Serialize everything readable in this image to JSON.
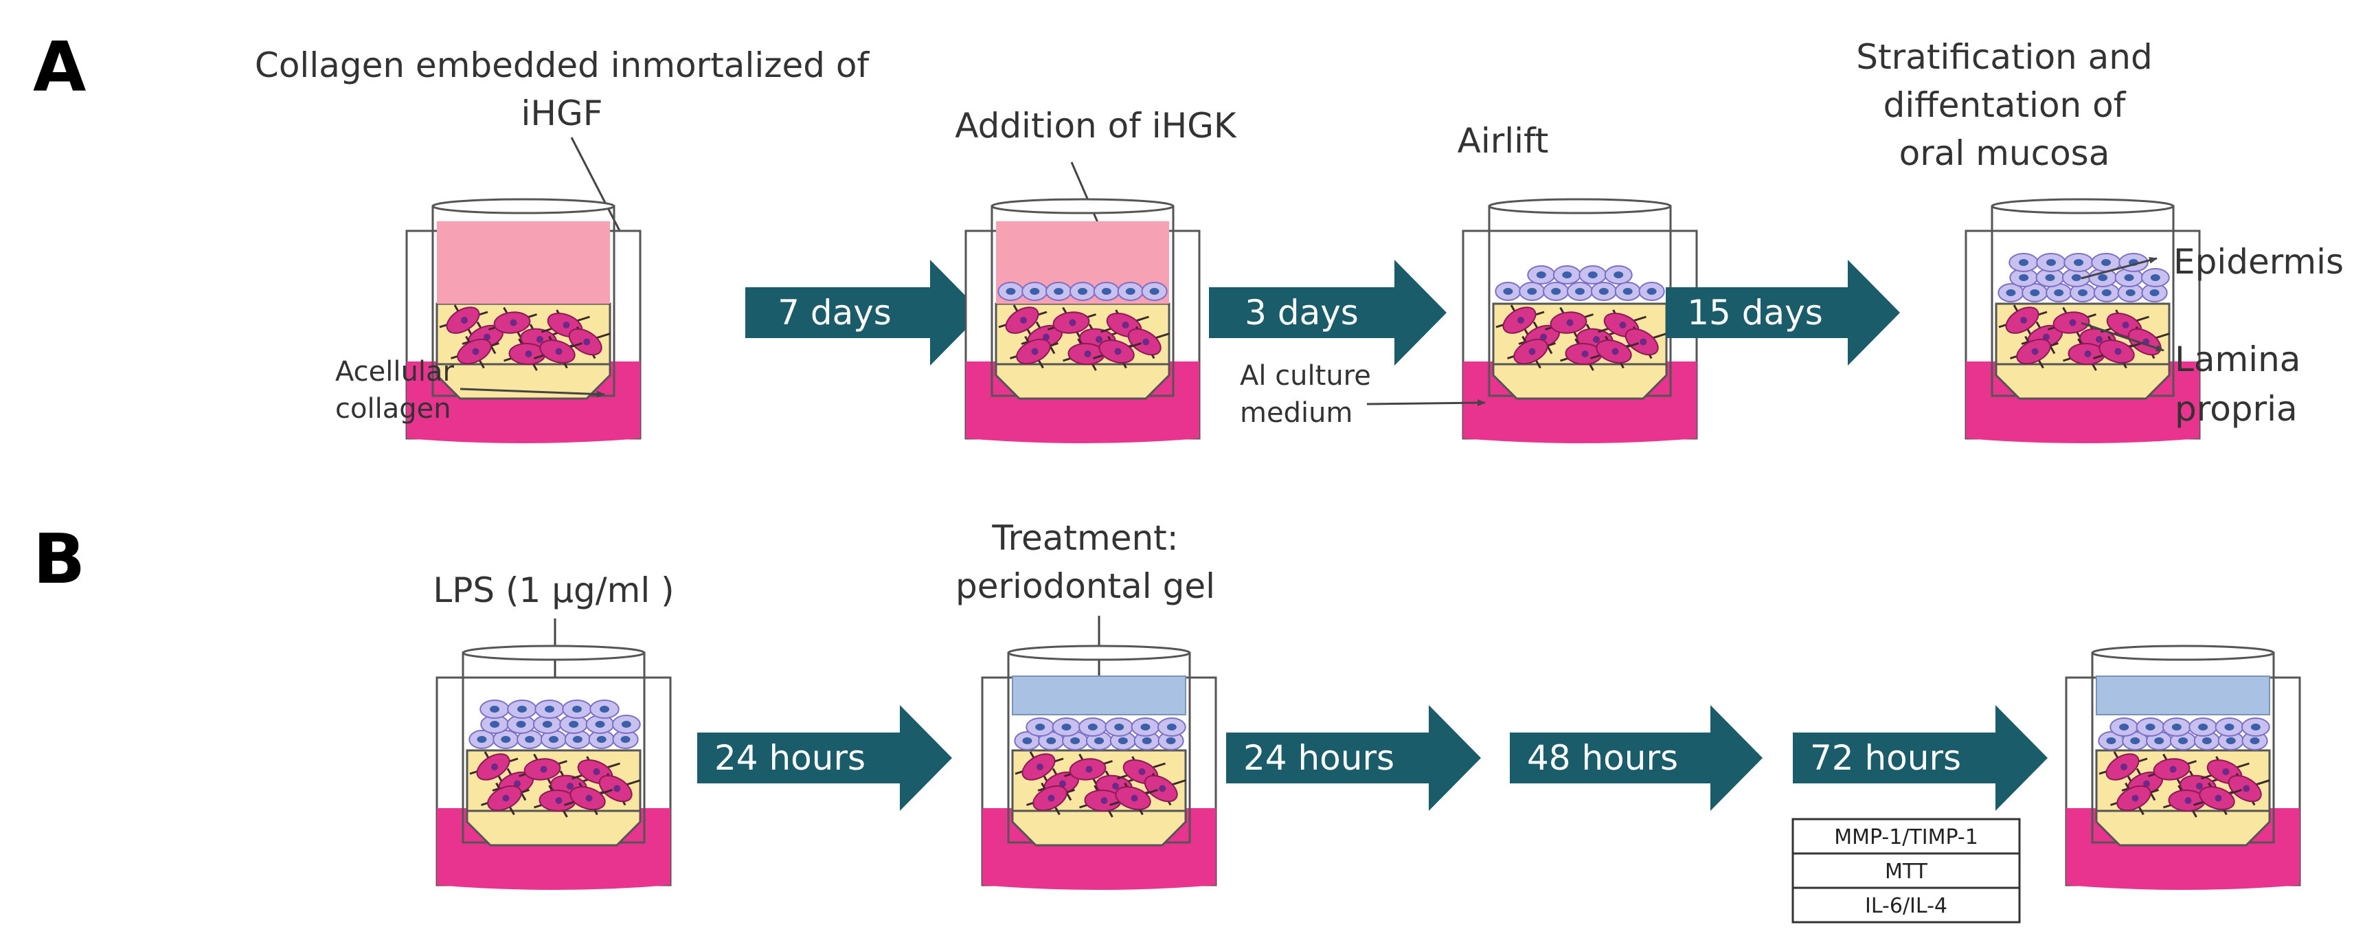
{
  "panels": [
    {
      "letter": "A",
      "labels": {
        "step1": [
          "Collagen embedded inmortalized of",
          "iHGF"
        ],
        "acellular": [
          "Acellular",
          "collagen"
        ],
        "step2": [
          "Addition of iHGK"
        ],
        "step3": [
          "Airlift"
        ],
        "medium": [
          "Al culture",
          "medium"
        ],
        "step4": [
          "Stratification and",
          "diffentation of",
          "oral mucosa"
        ],
        "epidermis": [
          "Epidermis"
        ],
        "lamina": [
          "Lamina",
          "propria"
        ]
      },
      "arrows": [
        "7 days",
        "3 days",
        "15 days"
      ]
    },
    {
      "letter": "B",
      "labels": {
        "lps": [
          "LPS (1 µg/ml )"
        ],
        "treatment": [
          "Treatment:",
          "periodontal gel"
        ]
      },
      "arrows": [
        "24 hours",
        "24 hours",
        "48 hours",
        "72 hours"
      ],
      "assays": [
        "MMP-1/TIMP-1",
        "MTT",
        "IL-6/IL-4"
      ]
    }
  ],
  "colors": {
    "arrow": "#1b5c6b",
    "medium": "#e8338f",
    "collagen": "#f9e6a0",
    "iHGF_layer": "#f6a2b4",
    "gel": "#a9c2e3",
    "cell_pink": "#d8338a",
    "keratinocyte": "#c8c0ef",
    "nucleus": "#3b5fa8"
  }
}
